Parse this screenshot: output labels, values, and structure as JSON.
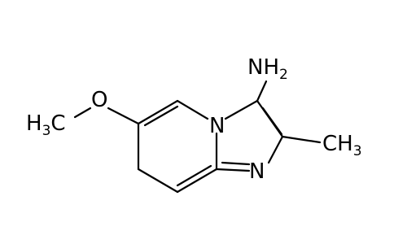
{
  "molecule": {
    "atoms": {
      "methoxy_carbon": "H3C",
      "methoxy_carbon_parts": {
        "main_left": "H",
        "sub": "3",
        "main_right": "C"
      },
      "methoxy_oxygen": "O",
      "amine": "NH2",
      "amine_parts": {
        "main": "NH",
        "sub": "2"
      },
      "bridge_nitrogen": "N",
      "imine_nitrogen": "N",
      "methyl": "CH3",
      "methyl_parts": {
        "main": "CH",
        "sub": "3"
      }
    },
    "colors": {
      "bond": "#000000",
      "label": "#000000",
      "background": "#ffffff"
    }
  }
}
